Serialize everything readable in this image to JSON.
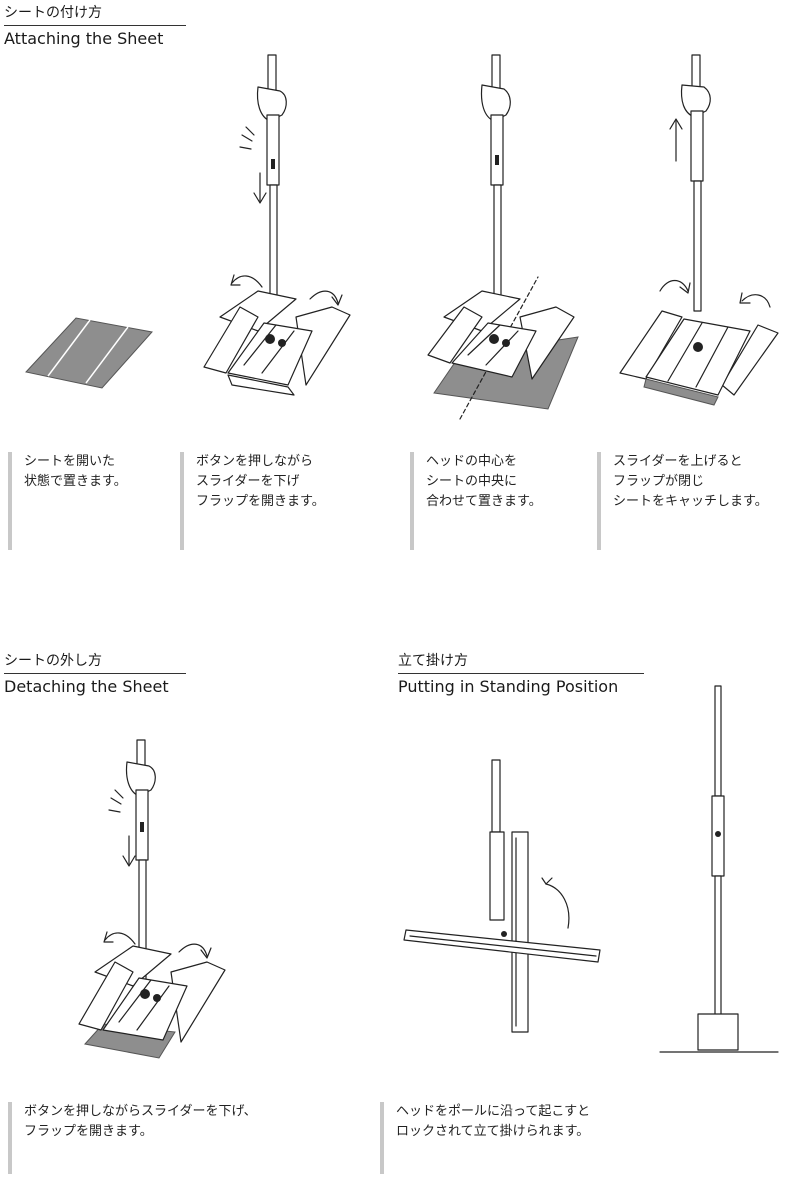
{
  "sections": {
    "attach": {
      "title_jp": "シートの付け方",
      "title_en": "Attaching the Sheet"
    },
    "detach": {
      "title_jp": "シートの外し方",
      "title_en": "Detaching the Sheet"
    },
    "stand": {
      "title_jp": "立て掛け方",
      "title_en": "Putting in Standing Position"
    }
  },
  "captions": {
    "attach_1": [
      "シートを開いた",
      "状態で置きます。"
    ],
    "attach_2": [
      "ボタンを押しながら",
      "スライダーを下げ",
      "フラップを開きます。"
    ],
    "attach_3": [
      "ヘッドの中心を",
      "シートの中央に",
      "合わせて置きます。"
    ],
    "attach_4": [
      "スライダーを上げると",
      "フラップが閉じ",
      "シートをキャッチします。"
    ],
    "detach_1": [
      "ボタンを押しながらスライダーを下げ、",
      "フラップを開きます。"
    ],
    "stand_1": [
      "ヘッドをポールに沿って起こすと",
      "ロックされて立て掛けられます。"
    ]
  },
  "colors": {
    "caption_bar": "#c8c8c8",
    "sheet_gray": "#8e8e8e",
    "line": "#222222"
  },
  "icons": [
    "arrow-down-icon",
    "arrow-up-icon",
    "rotate-arrow-icon",
    "click-mark-icon"
  ]
}
